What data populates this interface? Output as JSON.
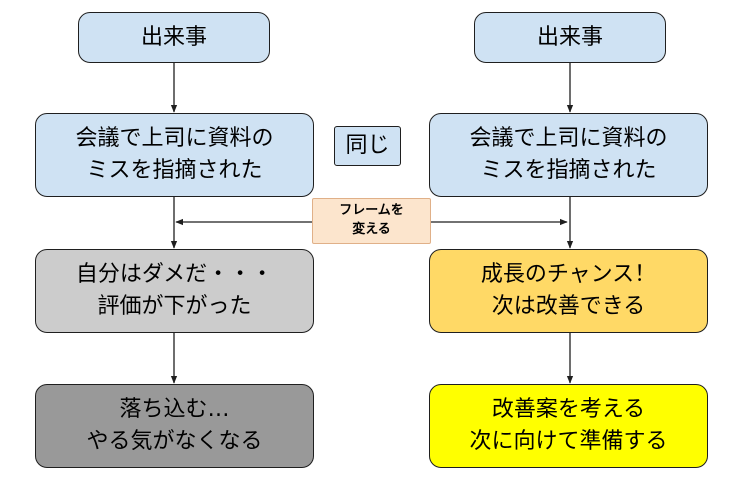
{
  "colors": {
    "blue_box": "#cfe2f3",
    "gray_box": "#cccccc",
    "dark_gray_box": "#999999",
    "orange_box": "#ffd966",
    "yellow_box": "#ffff00",
    "tag_box": "#fce5cd",
    "line": "#1f1f1f"
  },
  "left": {
    "event": "出来事",
    "situation": [
      "会議で上司に資料の",
      "ミスを指摘された"
    ],
    "interpretation": [
      "自分はダメだ・・・",
      "評価が下がった"
    ],
    "result": [
      "落ち込む…",
      "やる気がなくなる"
    ]
  },
  "right": {
    "event": "出来事",
    "situation": [
      "会議で上司に資料の",
      "ミスを指摘された"
    ],
    "interpretation": [
      "成長のチャンス！",
      "次は改善できる"
    ],
    "result": [
      "改善案を考える",
      "次に向けて準備する"
    ]
  },
  "same_label": "同じ",
  "reframe_label": [
    "フレームを",
    "変える"
  ]
}
